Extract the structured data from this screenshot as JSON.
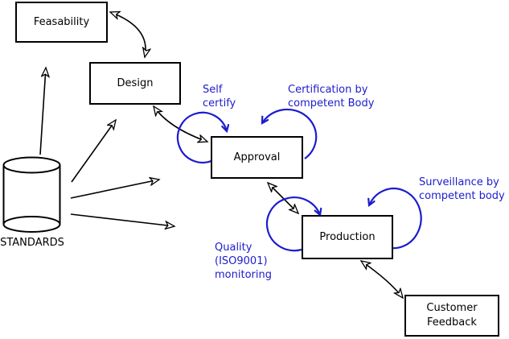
{
  "diagram": {
    "nodes": [
      {
        "id": "feasability",
        "label": "Feasability"
      },
      {
        "id": "design",
        "label": "Design"
      },
      {
        "id": "approval",
        "label": "Approval"
      },
      {
        "id": "production",
        "label": "Production"
      },
      {
        "id": "customer_feedback",
        "label": "Customer\nFeedback"
      },
      {
        "id": "standards",
        "label": "STANDARDS",
        "shape": "cylinder"
      }
    ],
    "annotations": [
      {
        "id": "self_certify",
        "label": "Self\ncertify"
      },
      {
        "id": "certification",
        "label": "Certification by\ncompetent Body"
      },
      {
        "id": "surveillance",
        "label": "Surveillance by\ncompetent body"
      },
      {
        "id": "quality",
        "label": "Quality\n(ISO9001)\nmonitoring"
      }
    ],
    "colors": {
      "line": "#000000",
      "annotation": "#1c1ccd",
      "background": "#ffffff"
    }
  }
}
